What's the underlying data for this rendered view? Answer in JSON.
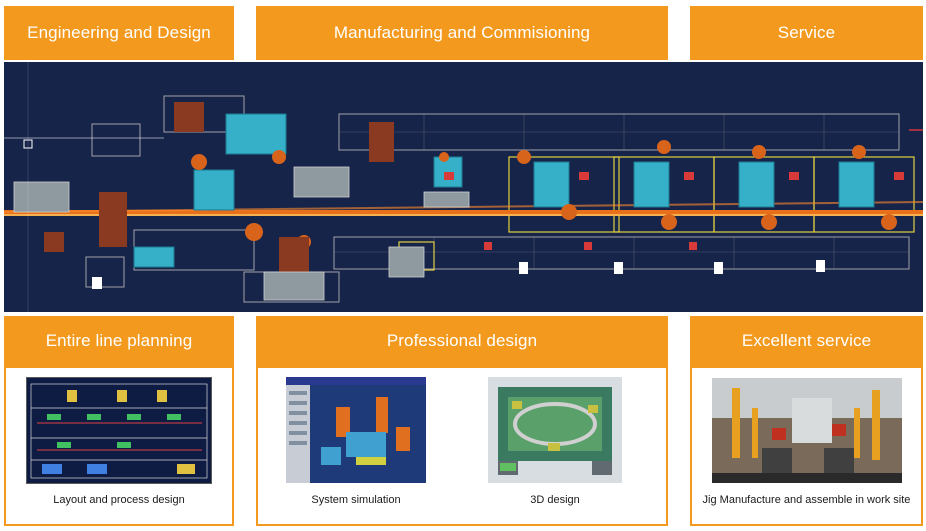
{
  "header_bar": {
    "engineering": "Engineering and Design",
    "manufacturing": "Manufacturing and  Commisioning",
    "service": "Service"
  },
  "sections": {
    "planning": {
      "title": "Entire line planning",
      "caption": "Layout and process design"
    },
    "professional": {
      "title": "Professional design",
      "caption_left": "System simulation",
      "caption_right": "3D design"
    },
    "excellent": {
      "title": "Excellent service",
      "caption": "Jig Manufacture and assemble in work site"
    }
  },
  "colors": {
    "accent": "#f39a1e",
    "cad_background": "#17244a"
  }
}
